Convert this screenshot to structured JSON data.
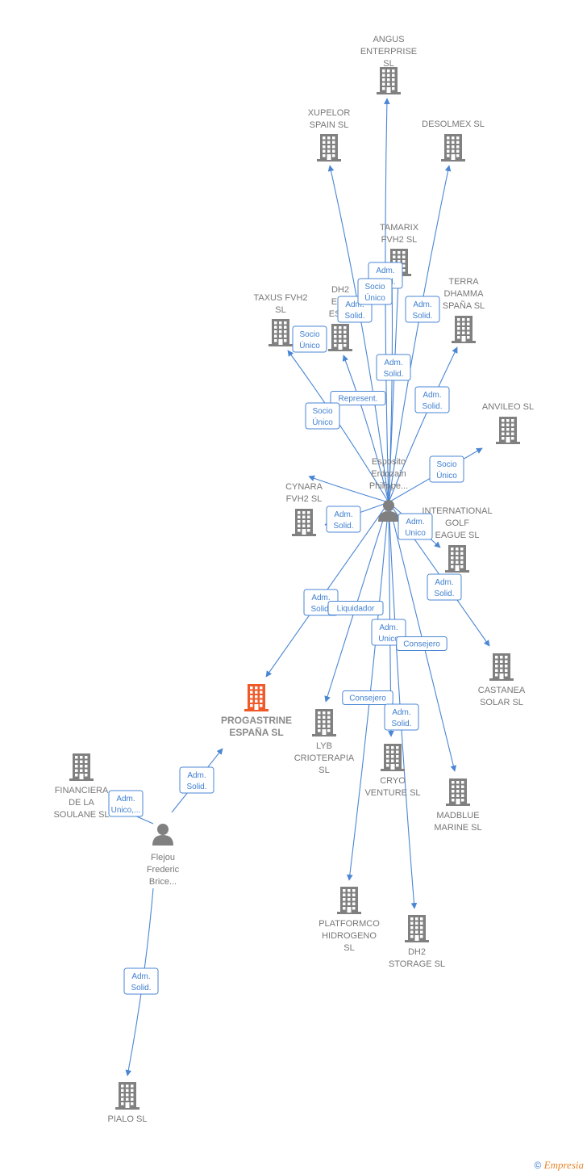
{
  "colors": {
    "edge": "#4a86d4",
    "building": "#808080",
    "focus_building": "#f05a28",
    "person": "#808080"
  },
  "nodes": [
    {
      "id": "angus",
      "type": "company",
      "lines": [
        "ANGUS",
        "ENTERPRISE",
        "SL"
      ],
      "label_pos": "above"
    },
    {
      "id": "xupelor",
      "type": "company",
      "lines": [
        "XUPELOR",
        "SPAIN  SL"
      ],
      "label_pos": "above"
    },
    {
      "id": "desolmex",
      "type": "company",
      "lines": [
        "DESOLMEX  SL"
      ],
      "label_pos": "above"
    },
    {
      "id": "tamarix",
      "type": "company",
      "lines": [
        "TAMARIX",
        "FVH2  SL"
      ],
      "label_pos": "above"
    },
    {
      "id": "taxus",
      "type": "company",
      "lines": [
        "TAXUS FVH2",
        "SL"
      ],
      "label_pos": "above"
    },
    {
      "id": "dh2energy",
      "type": "company",
      "lines": [
        "DH2",
        "ENE",
        "ESPA"
      ],
      "label_pos": "above"
    },
    {
      "id": "terra",
      "type": "company",
      "lines": [
        "TERRA",
        "DHAMMA",
        "SPAÑA  SL"
      ],
      "label_pos": "above"
    },
    {
      "id": "anvileo",
      "type": "company",
      "lines": [
        "ANVILEO  SL"
      ],
      "label_pos": "above"
    },
    {
      "id": "esposito",
      "type": "person",
      "lines": [
        "Esposito",
        "Erdozain",
        "Philippe..."
      ],
      "label_pos": "above"
    },
    {
      "id": "cynara",
      "type": "company",
      "lines": [
        "CYNARA",
        "FVH2  SL"
      ],
      "label_pos": "above"
    },
    {
      "id": "intgolf",
      "type": "company",
      "lines": [
        "INTERNATIONAL",
        "GOLF",
        "EAGUE  SL"
      ],
      "label_pos": "above"
    },
    {
      "id": "castanea",
      "type": "company",
      "lines": [
        "CASTANEA",
        "SOLAR  SL"
      ],
      "label_pos": "below"
    },
    {
      "id": "progastrine",
      "type": "company",
      "focus": true,
      "lines": [
        "PROGASTRINE",
        "ESPAÑA  SL"
      ],
      "label_pos": "below"
    },
    {
      "id": "lyb",
      "type": "company",
      "lines": [
        "LYB",
        "CRIOTERAPIA",
        "SL"
      ],
      "label_pos": "below"
    },
    {
      "id": "cryo",
      "type": "company",
      "lines": [
        "CRYO",
        "VENTURE  SL"
      ],
      "label_pos": "below"
    },
    {
      "id": "madblue",
      "type": "company",
      "lines": [
        "MADBLUE",
        "MARINE  SL"
      ],
      "label_pos": "below"
    },
    {
      "id": "financiera",
      "type": "company",
      "lines": [
        "FINANCIERA",
        "DE LA",
        "SOULANE  SL"
      ],
      "label_pos": "below"
    },
    {
      "id": "flejou",
      "type": "person",
      "lines": [
        "Flejou",
        "Frederic",
        "Brice..."
      ],
      "label_pos": "below"
    },
    {
      "id": "platformco",
      "type": "company",
      "lines": [
        "PLATFORMCO",
        "HIDROGENO",
        "SL"
      ],
      "label_pos": "below"
    },
    {
      "id": "dh2storage",
      "type": "company",
      "lines": [
        "DH2",
        "STORAGE  SL"
      ],
      "label_pos": "below"
    },
    {
      "id": "pialo",
      "type": "company",
      "lines": [
        "PIALO  SL"
      ],
      "label_pos": "below"
    }
  ],
  "edges": [
    {
      "id": "e-angus",
      "from": "esposito",
      "to": "angus",
      "lines": [
        "Adm.",
        "Solid."
      ]
    },
    {
      "id": "e-xupelor",
      "from": "esposito",
      "to": "xupelor",
      "lines": [
        "Adm.",
        "Solid."
      ]
    },
    {
      "id": "e-desolmex",
      "from": "esposito",
      "to": "desolmex",
      "lines": [
        "Adm.",
        "Solid."
      ]
    },
    {
      "id": "e-tamarix-a",
      "from": "esposito",
      "to": "tamarix",
      "lines": [
        "Adm.",
        "Solid."
      ]
    },
    {
      "id": "e-tamarix-b",
      "from": "esposito",
      "to": "tamarix",
      "lines": [
        "Socio",
        "Único"
      ]
    },
    {
      "id": "e-dh2energy",
      "from": "esposito",
      "to": "dh2energy",
      "lines": [
        "Represent."
      ]
    },
    {
      "id": "e-taxus",
      "from": "esposito",
      "to": "taxus",
      "lines": [
        "Socio",
        "Único"
      ]
    },
    {
      "id": "e-cynara",
      "from": "esposito",
      "to": "cynara",
      "lines": [
        "Socio",
        "Único"
      ]
    },
    {
      "id": "e-terra",
      "from": "esposito",
      "to": "terra",
      "lines": [
        "Adm.",
        "Solid."
      ]
    },
    {
      "id": "e-anvileo",
      "from": "esposito",
      "to": "anvileo",
      "lines": [
        "Socio",
        "Único"
      ]
    },
    {
      "id": "e-cynara2",
      "from": "esposito",
      "to": "cynara",
      "lines": [
        "Adm.",
        "Solid."
      ]
    },
    {
      "id": "e-intgolf",
      "from": "esposito",
      "to": "intgolf",
      "lines": [
        "Adm.",
        "Unico"
      ]
    },
    {
      "id": "e-castanea",
      "from": "esposito",
      "to": "castanea",
      "lines": [
        "Adm.",
        "Solid."
      ]
    },
    {
      "id": "e-progastrine",
      "from": "esposito",
      "to": "progastrine",
      "lines": [
        "Adm.",
        "Solid."
      ]
    },
    {
      "id": "e-lyb",
      "from": "esposito",
      "to": "lyb",
      "lines": [
        "Liquidador"
      ]
    },
    {
      "id": "e-cryo-a",
      "from": "esposito",
      "to": "cryo",
      "lines": [
        "Adm.",
        "Unico"
      ]
    },
    {
      "id": "e-madblue",
      "from": "esposito",
      "to": "madblue",
      "lines": [
        "Consejero"
      ]
    },
    {
      "id": "e-platformco",
      "from": "esposito",
      "to": "platformco",
      "lines": [
        "Consejero"
      ]
    },
    {
      "id": "e-dh2storage",
      "from": "esposito",
      "to": "dh2storage",
      "lines": [
        "Adm.",
        "Solid."
      ]
    },
    {
      "id": "e-flejou-prog",
      "from": "flejou",
      "to": "progastrine",
      "lines": [
        "Adm.",
        "Solid."
      ]
    },
    {
      "id": "e-flejou-fin",
      "from": "flejou",
      "to": "financiera",
      "lines": [
        "Adm.",
        "Unico,..."
      ]
    },
    {
      "id": "e-flejou-pialo",
      "from": "flejou",
      "to": "pialo",
      "lines": [
        "Adm.",
        "Solid."
      ]
    }
  ],
  "footer": {
    "copyright": "©",
    "brand": "Empresia"
  }
}
